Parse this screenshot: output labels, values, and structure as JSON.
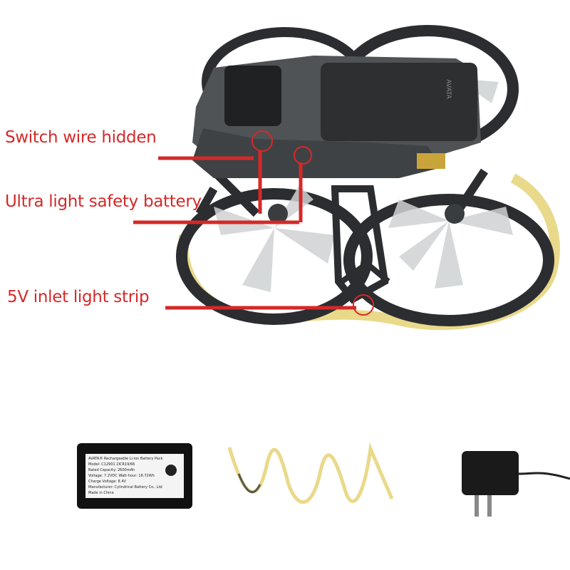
{
  "callouts": {
    "switch": "Switch wire hidden",
    "battery": "Ultra light safety battery",
    "strip": "5V inlet light strip"
  },
  "drone": {
    "brand": "AVATA"
  },
  "battery_pack": {
    "lines": [
      "AVATA® Rechargeable Li-ion Battery Pack",
      "Model: C12901  2ICR19/66",
      "Rated Capacity: 2600mAh",
      "Voltage: 7.2VDC  Watt-hour: 18.72Wh",
      "Charge Voltage: 8.4V",
      "Manufacturer: Cylindrical Battery Co., Ltd",
      "Made in China"
    ]
  },
  "colors": {
    "accent": "#d62828",
    "strip": "#e9d98a",
    "drone_body": "#3a3d40"
  }
}
